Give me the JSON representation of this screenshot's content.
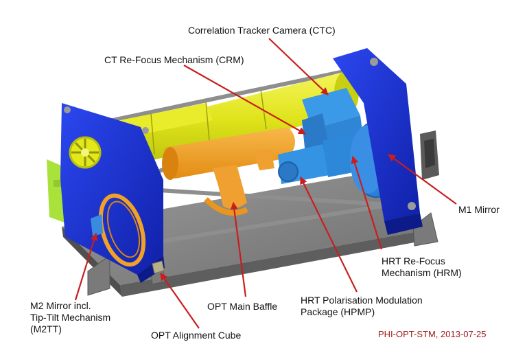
{
  "labels": {
    "ctc": "Correlation Tracker Camera (CTC)",
    "crm": "CT Re-Focus Mechanism (CRM)",
    "m1": "M1 Mirror",
    "hrm_1": "HRT Re-Focus",
    "hrm_2": "Mechanism (HRM)",
    "hpmp_1": "HRT Polarisation Modulation",
    "hpmp_2": "Package (HPMP)",
    "baffle": "OPT Main Baffle",
    "cube": "OPT Alignment Cube",
    "m2_1": "M2 Mirror incl.",
    "m2_2": "Tip-Tilt Mechanism",
    "m2_3": "(M2TT)"
  },
  "reference": "PHI-OPT-STM, 2013-07-25",
  "colors": {
    "frame_blue": "#1a2fd6",
    "tube_yellow": "#e3e81a",
    "baffle_orange": "#f2a126",
    "camera_blue": "#2f8fe0",
    "mirror_blue": "#2c7fd8",
    "box_green": "#a8e23a",
    "plate_gray": "#8c8c8c",
    "arrow_red": "#c81e1e",
    "reference_text": "#a01818"
  }
}
